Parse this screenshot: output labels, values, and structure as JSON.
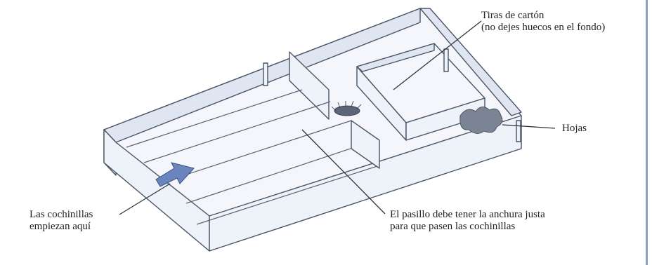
{
  "labels": {
    "tiras_line1": "Tiras de cartón",
    "tiras_line2": "(no dejes huecos en el fondo)",
    "hojas": "Hojas",
    "cochinillas_line1": "Las cochinillas",
    "cochinillas_line2": "empiezan aquí",
    "pasillo_line1": "El pasillo debe tener la anchura justa",
    "pasillo_line2": "para que pasen las cochinillas"
  },
  "colors": {
    "wall": "#dfe6f2",
    "outline": "#4a5568",
    "arrow": "#6a84bd",
    "leaves": "#7a8494"
  }
}
